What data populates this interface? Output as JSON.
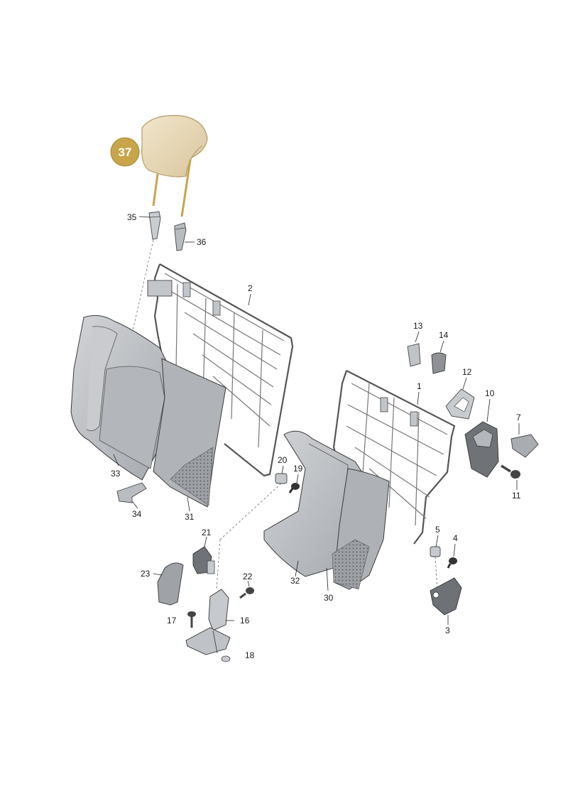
{
  "diagram": {
    "highlight": {
      "number": "37",
      "badge_color": "#c8a44a",
      "part_color": "#e8d8b8"
    },
    "callouts": [
      "1",
      "2",
      "3",
      "4",
      "5",
      "7",
      "10",
      "11",
      "12",
      "13",
      "14",
      "16",
      "17",
      "18",
      "19",
      "20",
      "21",
      "22",
      "23",
      "30",
      "31",
      "32",
      "33",
      "34",
      "35",
      "36"
    ],
    "colors": {
      "foam": "#b9bcc0",
      "foam_dark": "#9a9ea3",
      "metal": "#7d8185",
      "line": "#333333"
    }
  }
}
